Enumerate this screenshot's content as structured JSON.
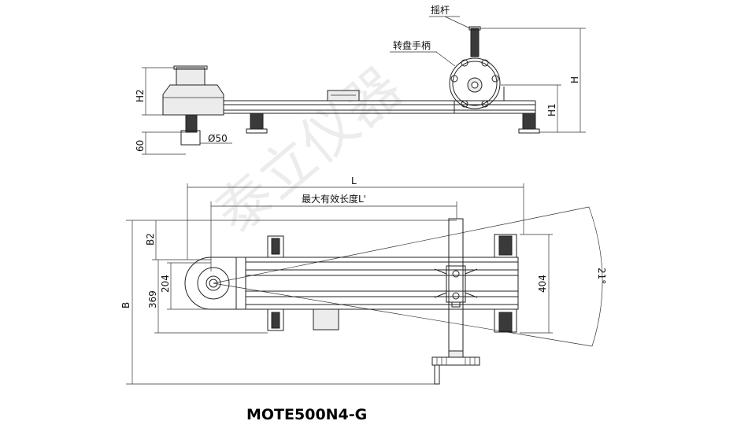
{
  "watermark": "泰立仪器",
  "model_label": "MOTE500N4-G",
  "side_view": {
    "label_rocker": "摇杆",
    "label_handwheel": "转盘手柄",
    "dim_H": "H",
    "dim_H1": "H1",
    "dim_H2": "H2",
    "dim_60": "60",
    "dim_phi50": "Ø50"
  },
  "top_view": {
    "dim_L": "L",
    "dim_Lprime": "最大有效长度L'",
    "dim_B": "B",
    "dim_B2": "B2",
    "dim_369": "369",
    "dim_204": "204",
    "dim_404": "404",
    "dim_angle": "21°"
  }
}
